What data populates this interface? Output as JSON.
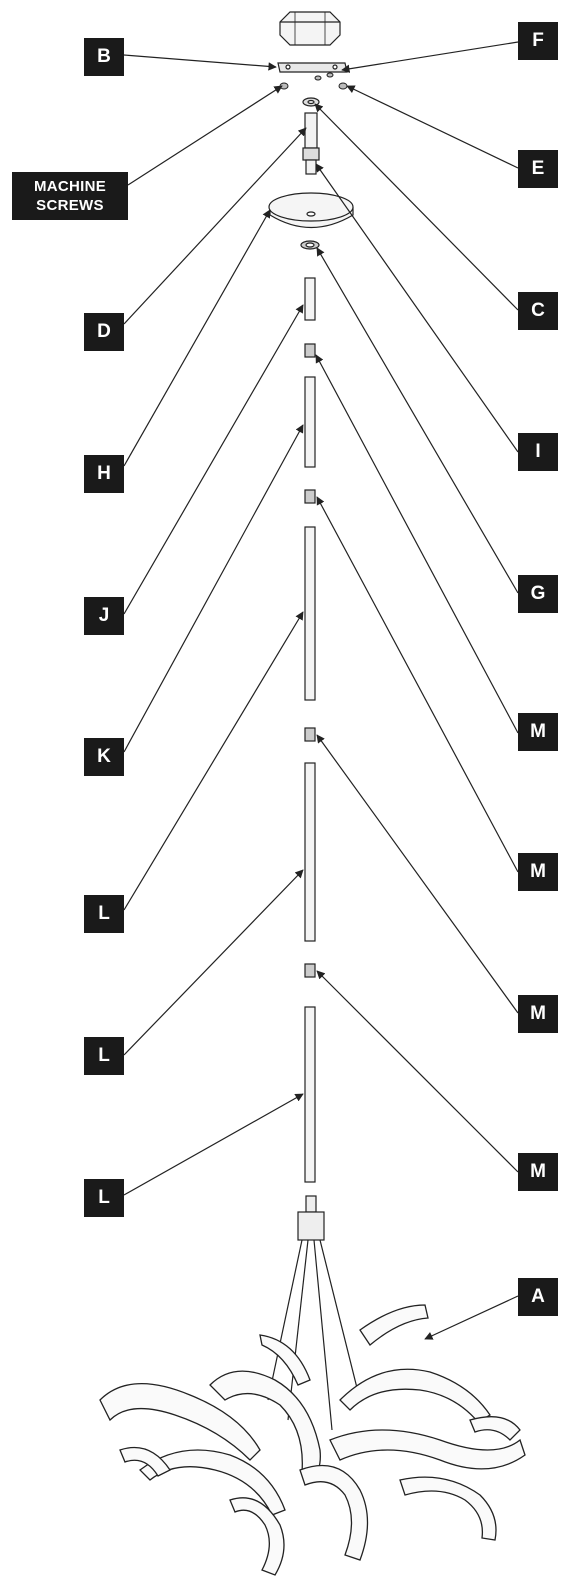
{
  "labels": {
    "B": "B",
    "F": "F",
    "machine_screws_line1": "MACHINE",
    "machine_screws_line2": "SCREWS",
    "E": "E",
    "D": "D",
    "C": "C",
    "H": "H",
    "I": "I",
    "G": "G",
    "J": "J",
    "M1": "M",
    "K": "K",
    "M2": "M",
    "L1": "L",
    "M3": "M",
    "L2": "L",
    "M4": "M",
    "L3": "L",
    "A": "A"
  },
  "colors": {
    "label_bg": "#1a1a1a",
    "label_text": "#ffffff",
    "stroke": "#222222",
    "part_fill": "#f2f2f2"
  }
}
